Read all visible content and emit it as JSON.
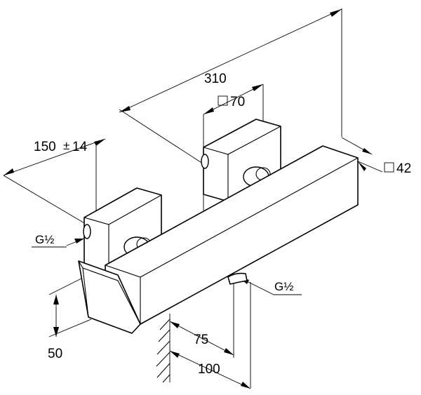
{
  "dimensions": {
    "overall_length": "310",
    "distance_centers": "150",
    "distance_tolerance": "±",
    "distance_tolerance_value": "14",
    "rosette_size": "70",
    "body_size": "42",
    "handle_height": "50",
    "wall_to_outlet_75": "75",
    "wall_to_outlet_100": "100"
  },
  "threads": {
    "inlet": "G½",
    "outlet": "G½"
  }
}
